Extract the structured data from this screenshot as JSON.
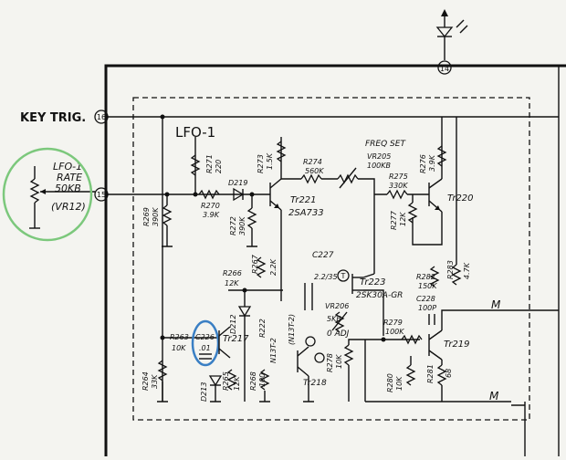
{
  "pins": {
    "key_trig": "KEY TRIG.",
    "pin_16": "16",
    "pin_15": "15",
    "pin_14": "14"
  },
  "block": {
    "title": "LFO-1"
  },
  "control": {
    "line1": "LFO-1",
    "line2": "RATE",
    "line3": "50KB",
    "line4": "(VR12)"
  },
  "labels": {
    "freq_set": "FREQ SET",
    "vr205": "VR205",
    "vr205_val": "100KB",
    "r271": "R271",
    "r271_val": "220",
    "d219": "D219",
    "r273": "R273",
    "r273_val": "1.5K",
    "r274": "R274",
    "r274_val": "560K",
    "r276": "R276",
    "r276_val": "3.9K",
    "r275": "R275",
    "r275_val": "330K",
    "r277": "R277",
    "r277_val": "12K",
    "tr220": "Tr220",
    "r270": "R270",
    "r270_val": "3.9K",
    "r269": "R269",
    "r269_val": "390K",
    "r272": "R272",
    "r272_val": "390K",
    "tr221": "Tr221",
    "tr221_part": "2SA733",
    "c227": "C227",
    "c227_val": "2.2/35",
    "tr223": "Tr223",
    "tr223_part": "2SK30A-GR",
    "r266": "R266",
    "r266_val": "12K",
    "r267": "R267",
    "r267_val": "2.2K",
    "d212": "D212",
    "r282": "R282",
    "r282_val": "150K",
    "r283": "R283",
    "r283_val": "4.7K",
    "c228": "C228",
    "c228_val": "100P",
    "vr206": "VR206",
    "vr206_val": "5KB",
    "vr206_adj": "0 ADJ",
    "r263": "R263",
    "r263_val": "10K",
    "c226": "C226",
    "c226_val": ".01",
    "tr217": "Tr217",
    "r222": "R222",
    "n13t": "N13T-2",
    "n13t_paren": "(N13T-2)",
    "r279": "R279",
    "r279_val": "100K",
    "tr219": "Tr219",
    "r264": "R264",
    "r264_val": "33K",
    "d213": "D213",
    "r265": "R265",
    "r265_val": "12K",
    "r268": "R268",
    "r268_val": "100",
    "tr218": "Tr218",
    "r278": "R278",
    "r278_val": "10K",
    "r280": "R280",
    "r280_val": "10K",
    "r281": "R281",
    "r281_val": "68",
    "m1": "M",
    "m2": "M",
    "t_sym": "T"
  },
  "colors": {
    "ink": "#111111",
    "paper": "#f4f4f0",
    "highlight_green": "#7cc87c",
    "highlight_blue": "#3a7fc4"
  }
}
